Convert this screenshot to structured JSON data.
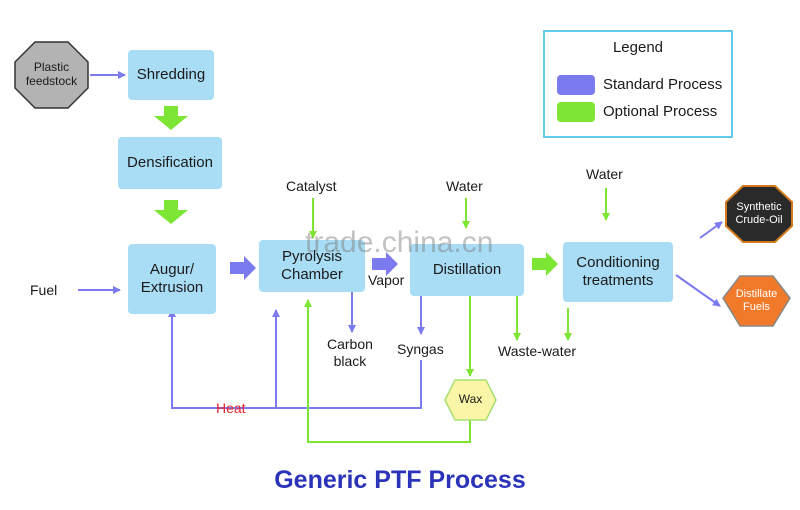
{
  "title": "Generic PTF Process",
  "legend": {
    "title": "Legend",
    "standard_label": "Standard Process",
    "optional_label": "Optional Process",
    "standard_color": "#7b7bef",
    "optional_color": "#7de534"
  },
  "nodes": {
    "plastic_feedstock": "Plastic\nfeedstock",
    "shredding": "Shredding",
    "densification": "Densification",
    "augur_extrusion": "Augur/\nExtrusion",
    "pyrolysis_chamber": "Pyrolysis\nChamber",
    "distillation": "Distillation",
    "conditioning": "Conditioning\ntreatments",
    "synthetic_crude_oil": "Synthetic\nCrude-Oil",
    "distillate_fuels": "Distillate\nFuels",
    "wax": "Wax"
  },
  "labels": {
    "fuel": "Fuel",
    "catalyst": "Catalyst",
    "water_distillation": "Water",
    "water_conditioning": "Water",
    "vapor": "Vapor",
    "carbon_black": "Carbon\nblack",
    "syngas": "Syngas",
    "waste_water": "Waste-water",
    "heat": "Heat"
  },
  "watermark": "trade.china.cn",
  "colors": {
    "process_box": "#a9ddf5",
    "title": "#2b33b8",
    "heat": "#e8232f",
    "feedstock": "#b3b3b3",
    "crude_oil": "#2a2a2a",
    "distillate": "#f07a2a",
    "wax": "#fbf5a8"
  }
}
